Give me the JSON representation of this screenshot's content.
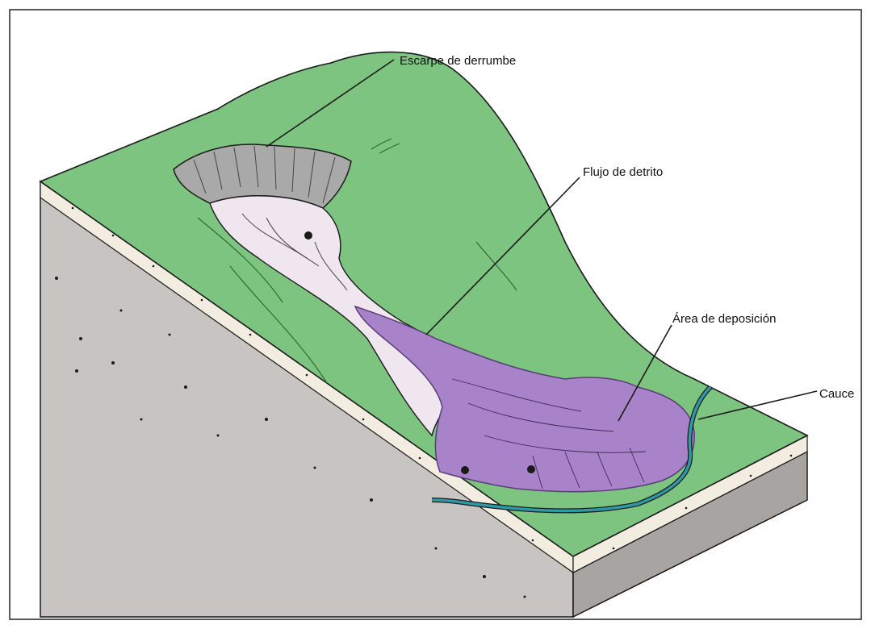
{
  "labels": {
    "escarpe": "Escarpe de derrumbe",
    "flujo": "Flujo de detrito",
    "area": "Área de deposición",
    "cauce": "Cauce"
  },
  "colors": {
    "grass": "#7cc47f",
    "grass_dark": "#5a9e5e",
    "soil": "#f3ece0",
    "bedrock": "#c8c4c2",
    "bedrock_dark": "#a8a4a2",
    "scarp": "#a9a9a9",
    "debris_path": "#efe6ef",
    "deposit": "#a983c9",
    "deposit_edge": "#7d5a9d",
    "channel": "#2f9aa7",
    "outline": "#1a1a1a"
  }
}
